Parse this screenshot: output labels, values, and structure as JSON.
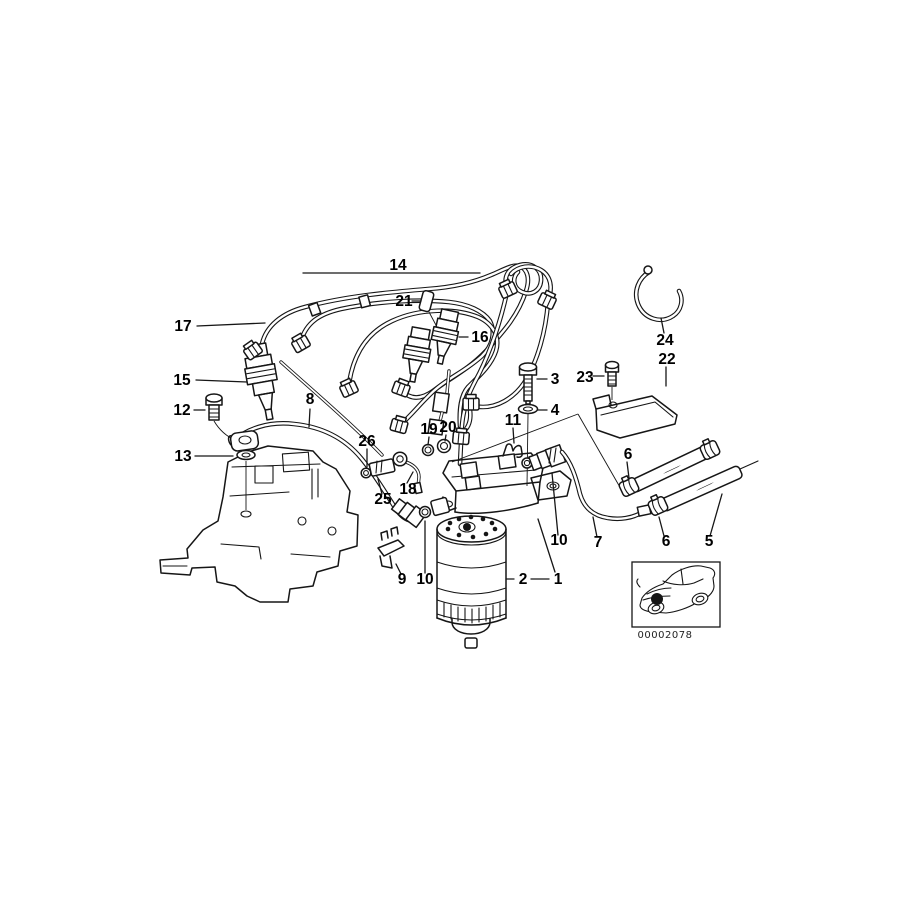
{
  "diagram": {
    "colors": {
      "line": "#161616",
      "background": "#ffffff"
    },
    "callouts": {
      "c1": {
        "label": "1"
      },
      "c2": {
        "label": "2"
      },
      "c3": {
        "label": "3"
      },
      "c4": {
        "label": "4"
      },
      "c5": {
        "label": "5"
      },
      "c6a": {
        "label": "6"
      },
      "c6b": {
        "label": "6"
      },
      "c7": {
        "label": "7"
      },
      "c8": {
        "label": "8"
      },
      "c9": {
        "label": "9"
      },
      "c10a": {
        "label": "10"
      },
      "c10b": {
        "label": "10"
      },
      "c11": {
        "label": "11"
      },
      "c12": {
        "label": "12"
      },
      "c13": {
        "label": "13"
      },
      "c14": {
        "label": "14"
      },
      "c15": {
        "label": "15"
      },
      "c16": {
        "label": "16"
      },
      "c17": {
        "label": "17"
      },
      "c18": {
        "label": "18"
      },
      "c19": {
        "label": "19"
      },
      "c20": {
        "label": "20"
      },
      "c21": {
        "label": "21"
      },
      "c22": {
        "label": "22"
      },
      "c23": {
        "label": "23"
      },
      "c24": {
        "label": "24"
      },
      "c25": {
        "label": "25"
      },
      "c26": {
        "label": "26"
      }
    },
    "inset": {
      "code": "00002078"
    }
  }
}
